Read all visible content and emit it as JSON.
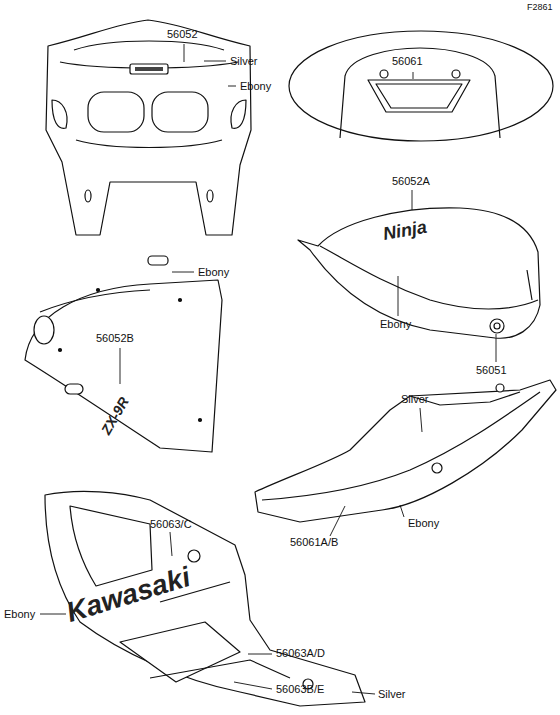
{
  "diagram": {
    "nodes": [
      {
        "text": [
          "56061"
        ]
      }
    ],
    "labels": [
      "F2861",
      "56052",
      "Silver",
      "Ebony",
      "56052A",
      "Ninja",
      "Ebony",
      "56051",
      "Ebony",
      "56052B",
      "ZX-9R",
      "Silver",
      "Ebony",
      "56061A/B",
      "56063/C",
      "Ebony",
      "Kawasaki",
      "56063A/D",
      "56063B/E",
      "Silver"
    ]
  }
}
